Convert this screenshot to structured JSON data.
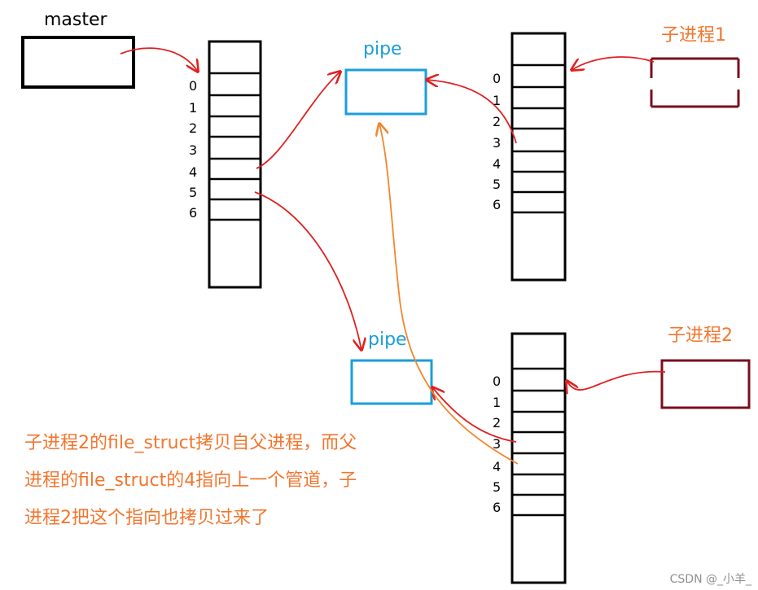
{
  "labels": {
    "master": "master",
    "pipe_top": "pipe",
    "pipe_bottom": "pipe",
    "child1": "子进程1",
    "child2": "子进程2"
  },
  "fd_indices": [
    "0",
    "1",
    "2",
    "3",
    "4",
    "5",
    "6"
  ],
  "note": "子进程2的file_struct拷贝自父进程，而父进程的file_struct的4指向上一个管道，子进程2把这个指向也拷贝过来了",
  "watermark": "CSDN @_小羊_",
  "colors": {
    "box": "#000000",
    "pipe": "#1a9ed9",
    "child_box": "#7a0f1e",
    "arrow_red": "#e02020",
    "arrow_orange": "#f2862e",
    "text_orange": "#f2762e"
  }
}
